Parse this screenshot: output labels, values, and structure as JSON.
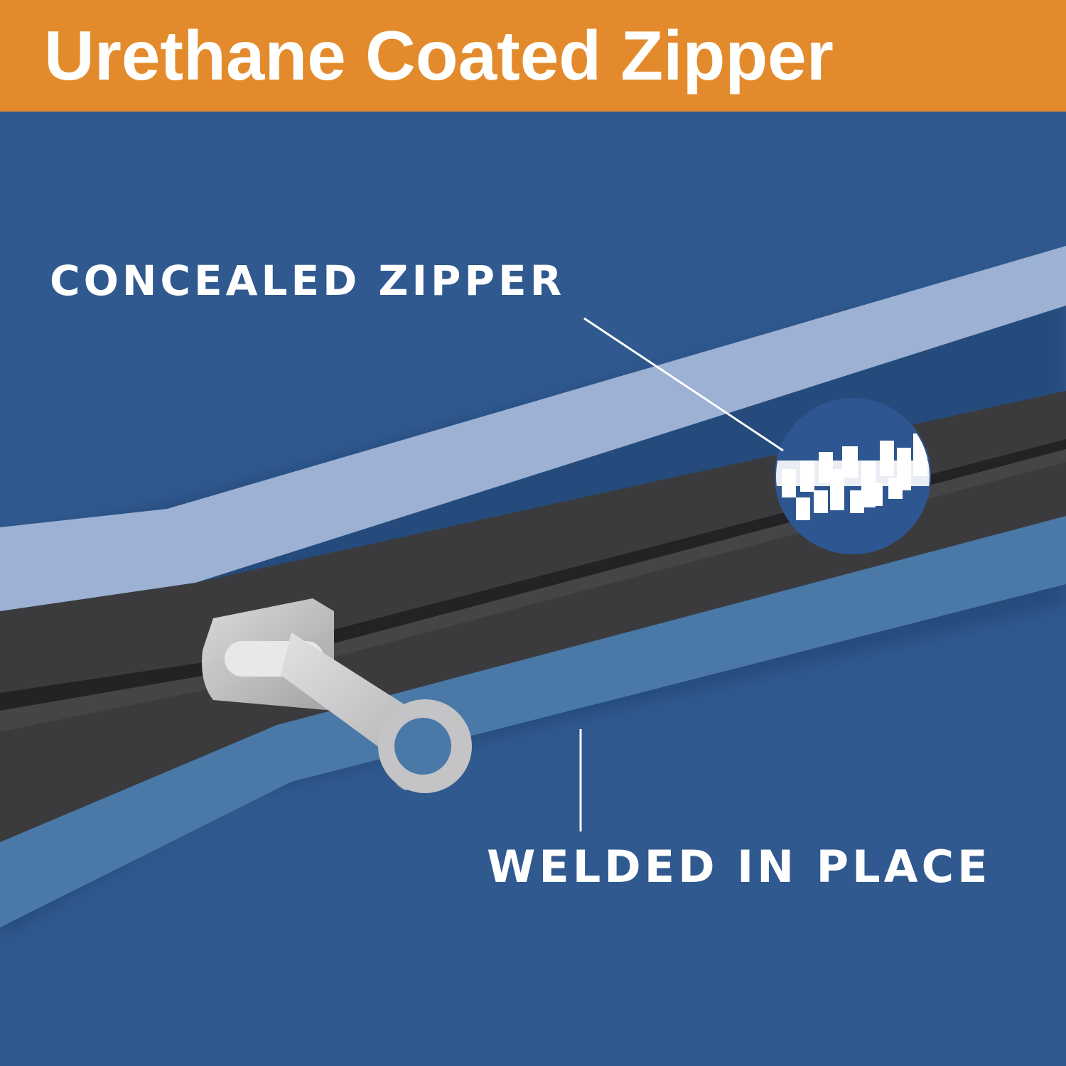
{
  "header": {
    "title": "Urethane Coated Zipper"
  },
  "callouts": {
    "concealed": "CONCEALED ZIPPER",
    "welded": "WELDED IN PLACE"
  },
  "colors": {
    "banner": "#e38b2c",
    "background": "#30598f",
    "top_fabric": "#9cb1d3",
    "zipper_tape": "#3b3b3d",
    "bottom_fabric": "#4a79a8",
    "pull": "#c9c9cb",
    "text": "#ffffff"
  },
  "icons": [
    "zipper-pull-icon",
    "zipper-teeth-magnifier-icon"
  ]
}
